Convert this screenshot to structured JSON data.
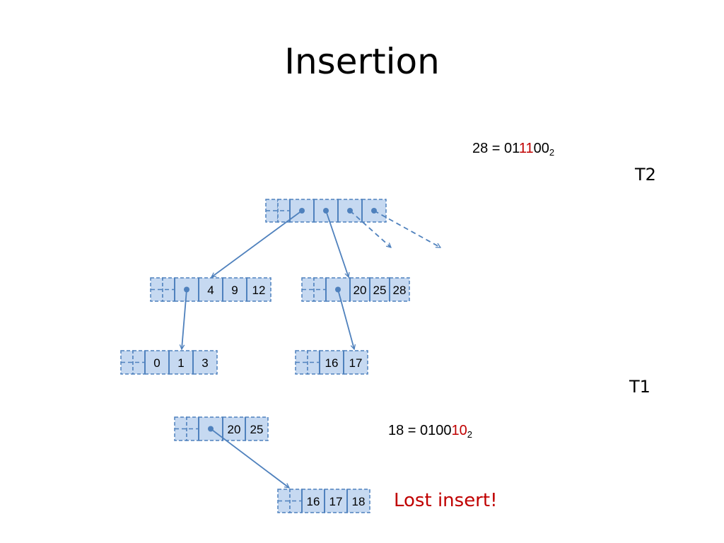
{
  "title": "Insertion",
  "equation_top": {
    "prefix": "28 = 01",
    "highlight": "11",
    "suffix": "00",
    "subscript": "2"
  },
  "equation_bottom": {
    "prefix": "18 = 0100",
    "highlight": "10",
    "suffix": "",
    "subscript": "2"
  },
  "label_t2": "T2",
  "label_t1": "T1",
  "lost_insert": "Lost insert!",
  "colors": {
    "node_fill": "#c6d9f1",
    "node_stroke": "#4f81bd",
    "highlight": "#c00000"
  },
  "nodes": {
    "root": {
      "keys": []
    },
    "mid_left": {
      "keys": [
        "4",
        "9",
        "12"
      ]
    },
    "mid_right": {
      "keys": [
        "20",
        "25",
        "28"
      ]
    },
    "leaf_left": {
      "keys": [
        "0",
        "1",
        "3"
      ]
    },
    "leaf_right": {
      "keys": [
        "16",
        "17"
      ]
    },
    "t1_node": {
      "keys": [
        "20",
        "25"
      ]
    },
    "t1_leaf": {
      "keys": [
        "16",
        "17",
        "18"
      ]
    }
  }
}
